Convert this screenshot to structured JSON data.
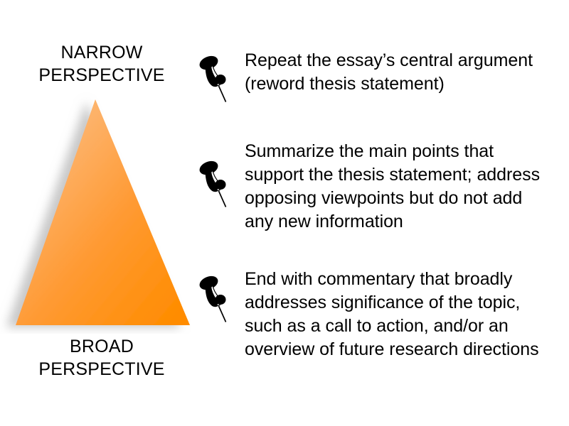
{
  "diagram": {
    "title_top": "NARROW\nPERSPECTIVE",
    "title_bottom": "BROAD\nPERSPECTIVE",
    "shape": "triangle-pyramid",
    "colors": {
      "fill_light": "#FDB669",
      "fill_mid": "#FF9425",
      "fill_dark": "#FF8C00",
      "shadow": "#BFBFBF",
      "text": "#000000",
      "background": "#FFFFFF",
      "pin": "#000000"
    }
  },
  "points": [
    {
      "icon": "push-pin-icon",
      "text": "Repeat the essay’s central argument\n(reword thesis statement)"
    },
    {
      "icon": "push-pin-icon",
      "text": "Summarize the main points that\nsupport the thesis statement; address\nopposing viewpoints but do not add\nany new information"
    },
    {
      "icon": "push-pin-icon",
      "text": "End with commentary that broadly\naddresses significance of the topic,\nsuch as a call to action, and/or an\noverview of future research directions"
    }
  ]
}
